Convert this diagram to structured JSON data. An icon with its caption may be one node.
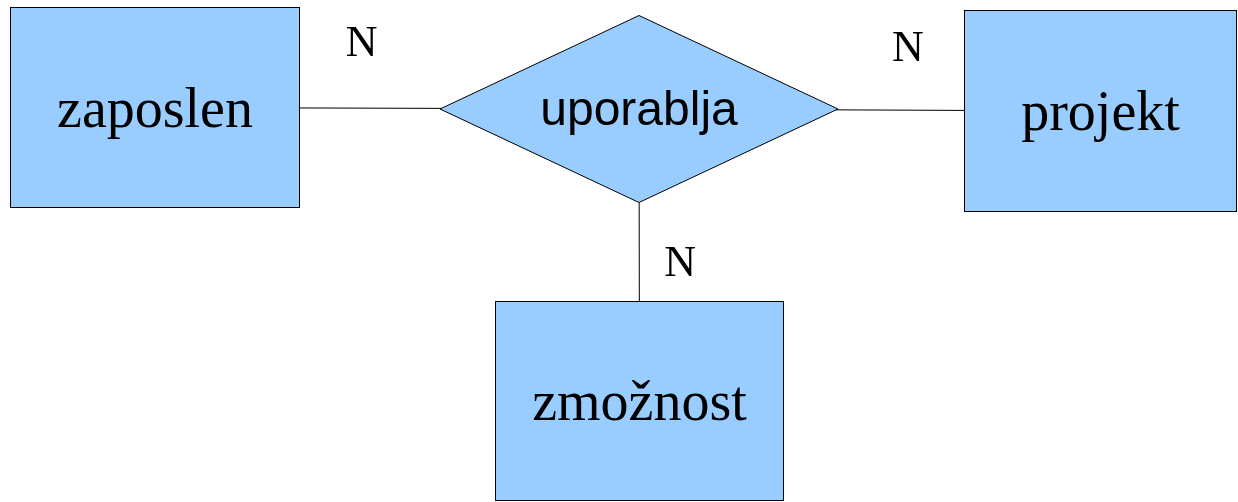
{
  "diagram": {
    "nodes": [
      {
        "text": [
          "zaposlen"
        ]
      },
      {
        "text": [
          "uporablja"
        ]
      },
      {
        "text": [
          "projekt"
        ]
      },
      {
        "text": [
          "zmožnost"
        ]
      }
    ],
    "edges": [
      {
        "from": 0,
        "to": 1,
        "arrow": "none",
        "label": "N"
      },
      {
        "from": 1,
        "to": 2,
        "arrow": "none",
        "label": "N"
      },
      {
        "from": 1,
        "to": 3,
        "arrow": "none",
        "label": "N"
      }
    ]
  }
}
